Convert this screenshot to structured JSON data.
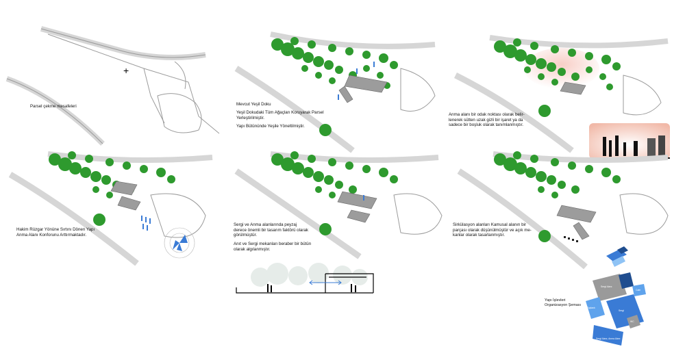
{
  "panels": [
    {
      "caption": "Parsel çekme mesafeleri"
    },
    {
      "caption1": "Mevcut Yeşil Doku",
      "caption2": "Yeşil Dokudaki Tüm Ağaçları Koruyarak Parsel Yerleştirilmiştir.",
      "caption3": "Yapı Bütününde Yeşile Yöneltilmiştir."
    },
    {
      "caption": "Anma alanı bir odak noktası olarak belir-\nlenerek sütten uzak gizli bir işaret ya da\nsadece bir boşluk olarak tanımlanmıştır."
    },
    {
      "caption": "Hakim Rüzgar Yönüne Sırtını Dönen Yapı\nAnma Alanı Konforunu Arttırmaktadır."
    },
    {
      "caption1": "Sergi ve Anma alanlarında peyzaj\nderece önemli bir tasarım faktörü olarak\ngörülmüştür.",
      "caption2": "Anıt ve Sergi mekanları beraber bir bütün\nolarak algılanmıştır."
    },
    {
      "caption": "Sirkülasyon alanları Kamusal alanın bir\nparçası olarak düşünülmüştür ve açık me-\nkanlar olarak tasarlanmıştır."
    }
  ],
  "organization": {
    "title": "Yapı İşlevleri\nOrganizasyon Şeması",
    "labels": {
      "sergi_alani": "Sergi Alanı",
      "cafe": "Cafe",
      "toplanti": "Toplantı",
      "sergi": "Sergi",
      "wc": "WC",
      "bottom": "Sergi Alanı, Anma Alanı"
    }
  },
  "colors": {
    "tree": "#2e9a2e",
    "road": "#d0d0d0",
    "water": "#3a7bd5",
    "building": "#a9a9a9"
  }
}
